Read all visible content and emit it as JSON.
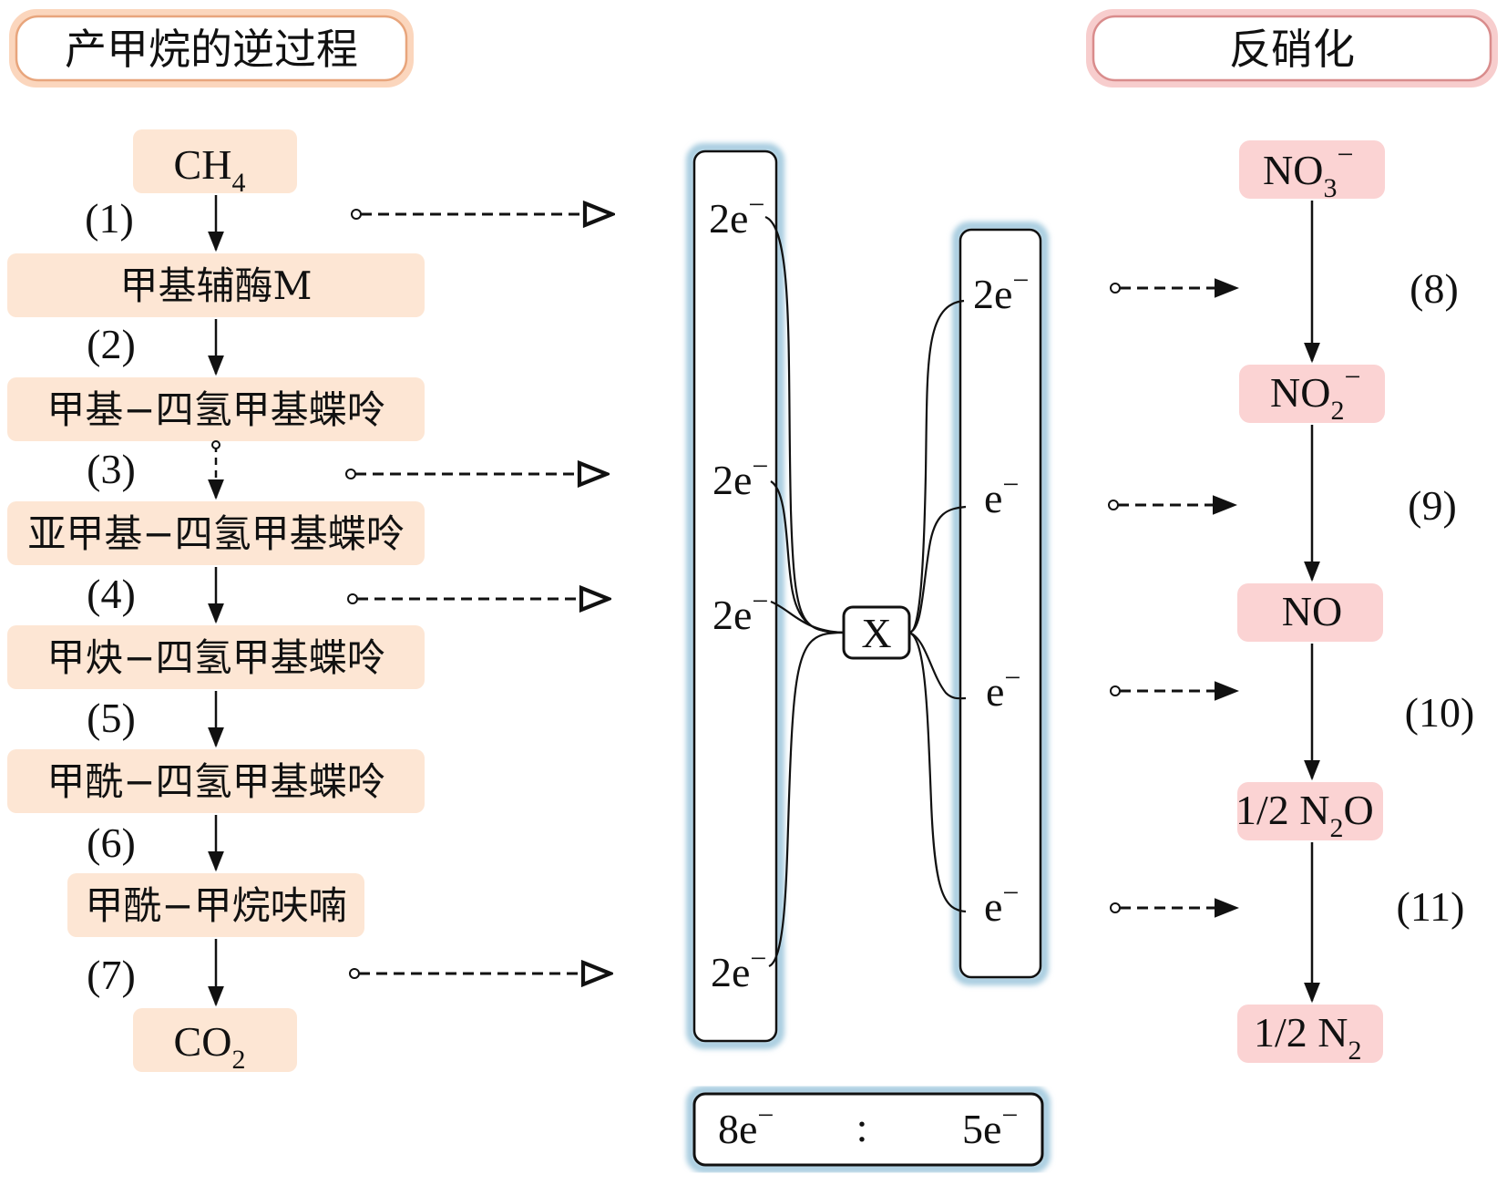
{
  "headers": {
    "left": "产甲烷的逆过程",
    "right": "反硝化"
  },
  "left_chain": [
    {
      "base": "CH",
      "sub": "4"
    },
    {
      "text": "甲基辅酶M"
    },
    {
      "text": "甲基−四氢甲基蝶呤"
    },
    {
      "text": "亚甲基−四氢甲基蝶呤"
    },
    {
      "text": "甲炔−四氢甲基蝶呤"
    },
    {
      "text": "甲酰−四氢甲基蝶呤"
    },
    {
      "text": "甲酰−甲烷呋喃"
    },
    {
      "base": "CO",
      "sub": "2"
    }
  ],
  "left_steps": [
    "(1)",
    "(2)",
    "(3)",
    "(4)",
    "(5)",
    "(6)",
    "(7)"
  ],
  "right_chain": [
    {
      "base": "NO",
      "sub": "3",
      "sup": "−"
    },
    {
      "base": "NO",
      "sub": "2",
      "sup": "−"
    },
    {
      "base": "NO"
    },
    {
      "pre": "1/2 N",
      "sub": "2",
      "post": "O"
    },
    {
      "pre": "1/2 N",
      "sub": "2"
    }
  ],
  "right_steps": [
    "(8)",
    "(9)",
    "(10)",
    "(11)"
  ],
  "electron_left": [
    "2e",
    "2e",
    "2e",
    "2e"
  ],
  "electron_right": [
    "2e",
    "e",
    "e",
    "e"
  ],
  "electron_sup": "−",
  "center_node": "X",
  "ratio": {
    "left": "8e",
    "sep": ":",
    "right": "5e"
  },
  "colors": {
    "left_box": "#fde6d4",
    "right_box": "#fbd3d3",
    "left_header_border": "#e8b48c",
    "right_header_border": "#e29a9a",
    "column_glow": "#a9cde0"
  }
}
